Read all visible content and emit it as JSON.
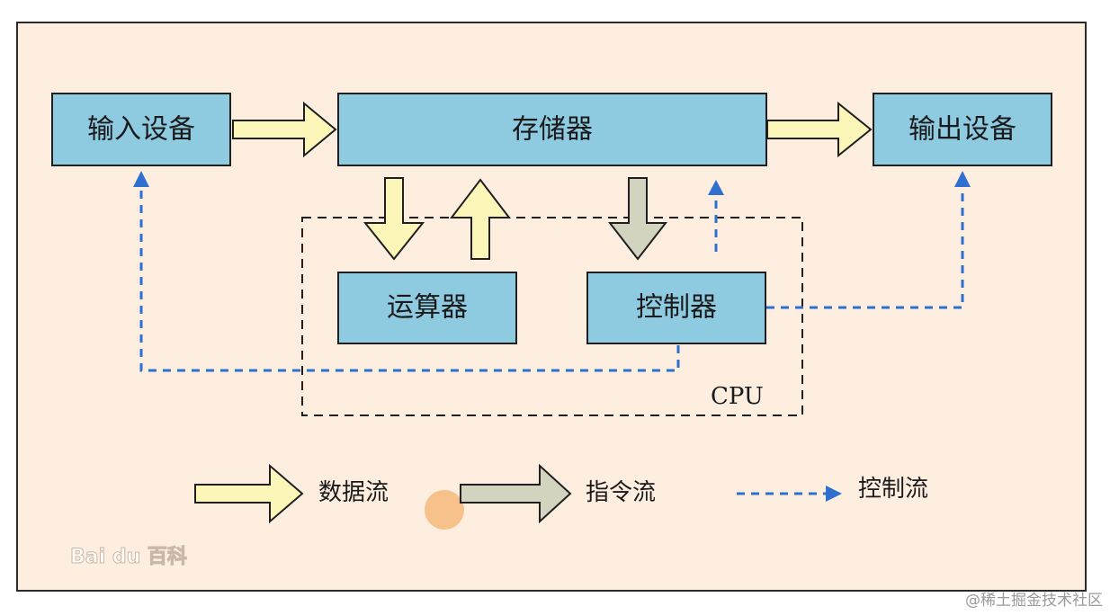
{
  "nodes": {
    "input": "输入设备",
    "memory": "存储器",
    "output": "输出设备",
    "alu": "运算器",
    "controller": "控制器"
  },
  "cpu_label": "CPU",
  "legend": {
    "data_flow": "数据流",
    "instruction_flow": "指令流",
    "control_flow": "控制流"
  },
  "watermark": "Bai du 百科",
  "credit": "@稀土掘金技术社区",
  "colors": {
    "background": "#fdeee0",
    "box_fill": "#8ecae0",
    "data_arrow": "#fcf6b8",
    "instruction_arrow": "#d2d4c0",
    "control_line": "#2f6fd0"
  }
}
